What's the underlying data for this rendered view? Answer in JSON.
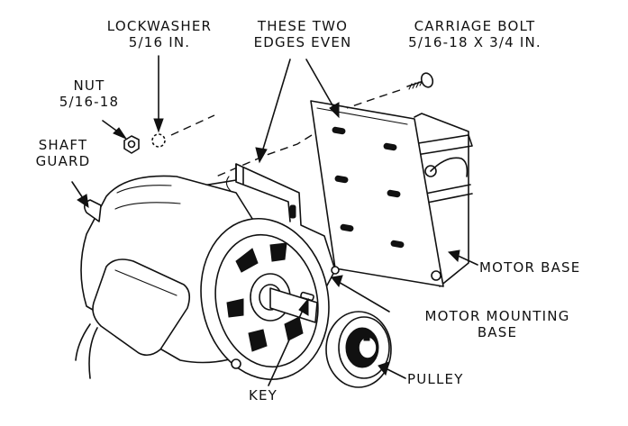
{
  "labels": {
    "lockwasher": [
      "LOCKWASHER",
      "5/16 IN."
    ],
    "edges": [
      "THESE TWO",
      "EDGES EVEN"
    ],
    "carriage_bolt": [
      "CARRIAGE BOLT",
      "5/16-18 X 3/4 IN."
    ],
    "nut": [
      "NUT",
      "5/16-18"
    ],
    "shaft_guard": [
      "SHAFT",
      "GUARD"
    ],
    "motor_base": "MOTOR BASE",
    "motor_mounting_base": [
      "MOTOR MOUNTING",
      "BASE"
    ],
    "pulley": "PULLEY",
    "key": "KEY"
  }
}
